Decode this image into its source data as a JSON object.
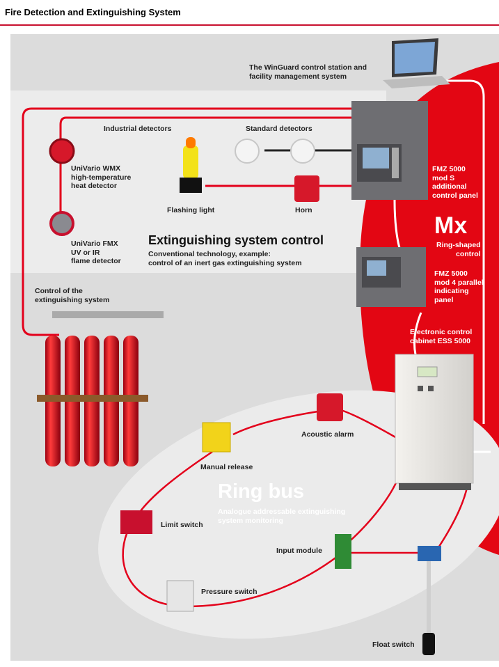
{
  "page": {
    "title": "Fire Detection and Extinguishing System"
  },
  "labels": {
    "winguard": [
      "The WinGuard control station and",
      "facility management system"
    ],
    "industrial_detectors": "Industrial detectors",
    "standard_detectors": "Standard detectors",
    "wmx": [
      "UniVario WMX",
      "high-temperature",
      "heat detector"
    ],
    "fmx": [
      "UniVario FMX",
      "UV or IR",
      "flame detector"
    ],
    "flashing_light": "Flashing light",
    "horn": "Horn",
    "ext_title": "Extinguishing system control",
    "ext_sub": [
      "Conventional technology, example:",
      "control of an inert gas extinguishing system"
    ],
    "control_ext": [
      "Control of the",
      "extinguishing system"
    ],
    "fmz_s": [
      "FMZ 5000",
      "mod S",
      "additional",
      "control panel"
    ],
    "mx": "Mx",
    "ring_shaped": [
      "Ring-shaped",
      "control"
    ],
    "fmz_4": [
      "FMZ 5000",
      "mod 4 parallel",
      "indicating",
      "panel"
    ],
    "ess": [
      "Electronic control",
      "cabinet ESS 5000"
    ],
    "acoustic_alarm": "Acoustic alarm",
    "manual_release": "Manual release",
    "ring_bus": "Ring bus",
    "ring_bus_sub": [
      "Analogue addressable extinguishing",
      "system monitoring"
    ],
    "limit_switch": "Limit switch",
    "input_module": "Input module",
    "pressure_switch": "Pressure switch",
    "float_switch": "Float switch"
  },
  "colors": {
    "red": "#e30613",
    "wire": "#e3001b",
    "panel": "#6e6e72",
    "background": "#dcdcdc"
  }
}
